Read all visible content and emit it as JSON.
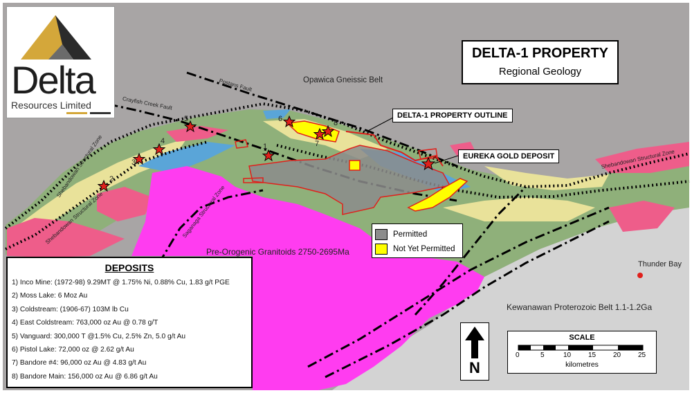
{
  "logo": {
    "word": "Delta",
    "subtitle": "Resources Limited",
    "colors": {
      "triangle_gold": "#d4a73a",
      "triangle_dark": "#2b2b2b"
    }
  },
  "title_box": {
    "title": "DELTA-1 PROPERTY",
    "subtitle": "Regional Geology"
  },
  "regions": {
    "gneissic_belt": "Opawica Gneissic Belt",
    "granitoids": "Pre-Orogenic Granitoids 2750-2695Ma",
    "proterozoic_belt": "Kewanawan Proterozoic Belt 1.1-1.2Ga"
  },
  "faults": {
    "postans": "Postans Fault",
    "crayfish": "Crayfish Creek Fault",
    "shebandowan_a": "Shebandowan Structural Zone",
    "shebandowan_b": "Shebandowan Structural Zone",
    "shebandowan_c": "Shebandowan Structural Zone",
    "saganaga": "Saganaga Structural Zone"
  },
  "callouts": {
    "property_outline": "DELTA-1 PROPERTY OUTLINE",
    "eureka": "EUREKA GOLD DEPOSIT"
  },
  "city": {
    "name": "Thunder Bay",
    "color": "#e0201b"
  },
  "star_labels": [
    "1",
    "2",
    "3",
    "4",
    "5",
    "6",
    "7",
    "8"
  ],
  "legend": {
    "items": [
      {
        "label": "Permitted",
        "color": "#8c8c8c"
      },
      {
        "label": "Not Yet Permitted",
        "color": "#ffff00"
      }
    ]
  },
  "deposits": {
    "title": "DEPOSITS",
    "items": [
      "1) Inco Mine: (1972-98) 9.29MT @ 1.75% Ni, 0.88% Cu, 1.83 g/t PGE",
      "2) Moss Lake: 6 Moz Au",
      "3) Coldstream: (1906-67) 103M lb Cu",
      "4) East Coldstream: 763,000 oz Au @ 0.78 g/T",
      "5) Vanguard: 300,000 T @1.5% Cu, 2.5% Zn, 5.0 g/t Au",
      "6) Pistol Lake: 72,000 oz @ 2.62 g/t Au",
      "7) Bandore #4: 96,000 oz Au @ 4.83 g/t Au",
      "8) Bandore Main: 156,000 oz Au @ 6.86 g/t Au"
    ]
  },
  "north_arrow": {
    "letter": "N"
  },
  "scale": {
    "title": "SCALE",
    "ticks": [
      "0",
      "5",
      "10",
      "15",
      "20",
      "25"
    ],
    "unit": "kilometres"
  },
  "colors": {
    "gneiss_grey": "#a8a5a5",
    "pink_granitoid": "#ee5d8a",
    "magenta_granitoid": "#ff3cf0",
    "greenstone": "#8fb07a",
    "yellow_sediment": "#e9e29a",
    "blue_volcanic": "#5aa5d8",
    "proterozoic_grey": "#d3d3d3",
    "property_red": "#e0201b"
  }
}
